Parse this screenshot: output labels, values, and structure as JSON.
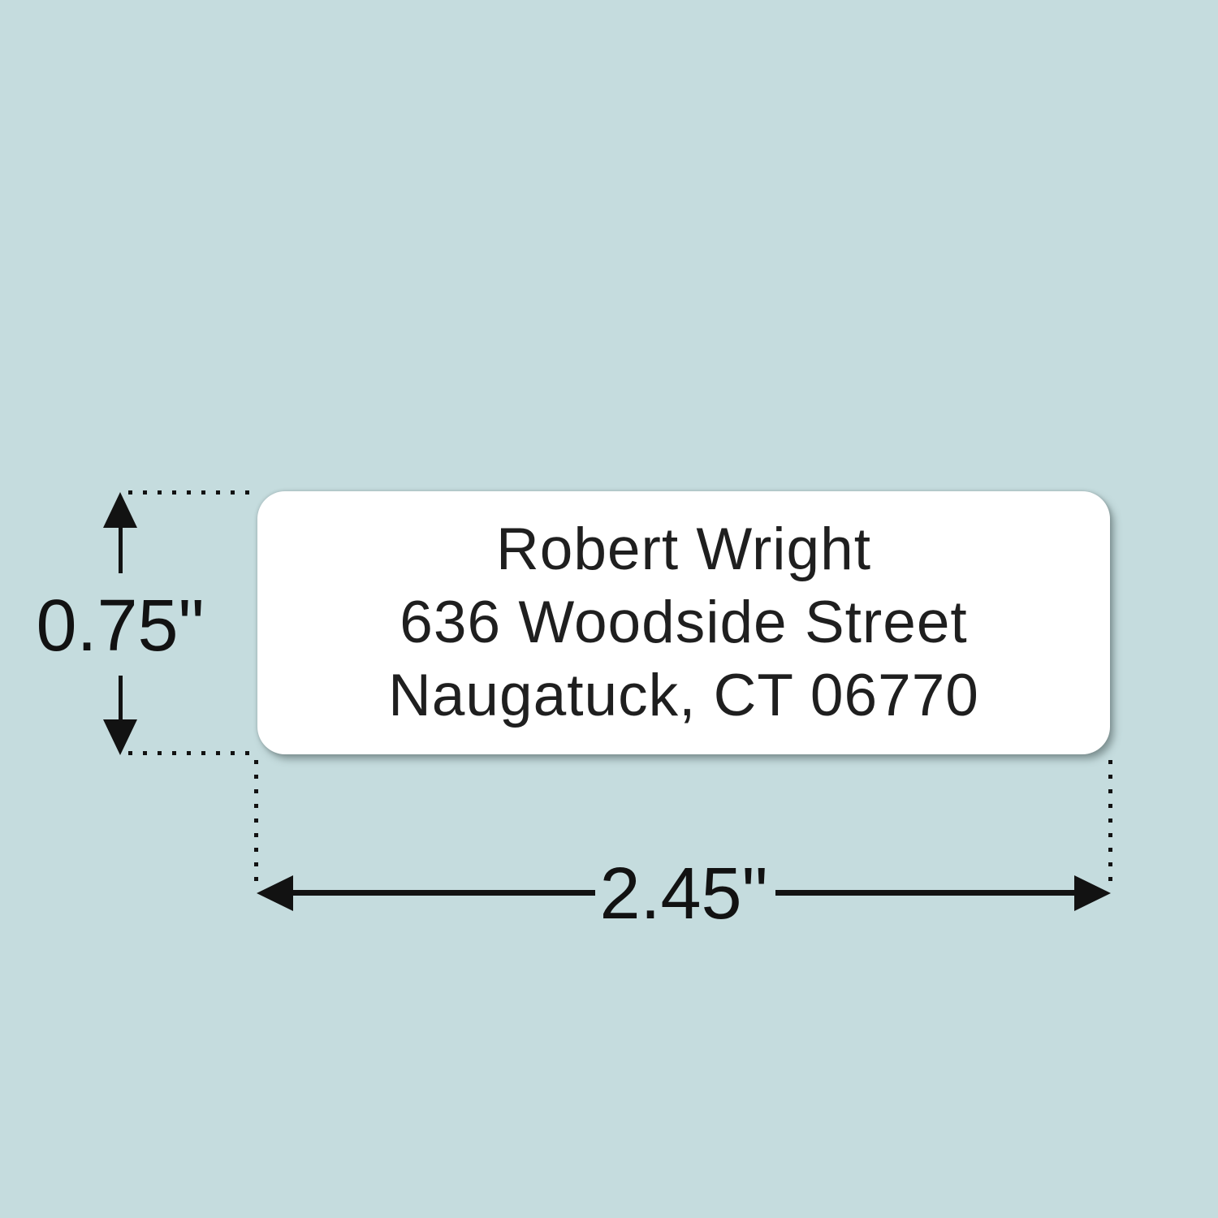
{
  "page": {
    "background_color": "#c5dcde",
    "annotation_color": "#121212"
  },
  "label_card": {
    "background_color": "#ffffff",
    "text_color": "#1f1f1f",
    "name_line": "Robert Wright",
    "street_line": "636 Woodside Street",
    "city_line": "Naugatuck, CT 06770"
  },
  "dimensions": {
    "height_value": "0.75\"",
    "width_value": "2.45\""
  }
}
